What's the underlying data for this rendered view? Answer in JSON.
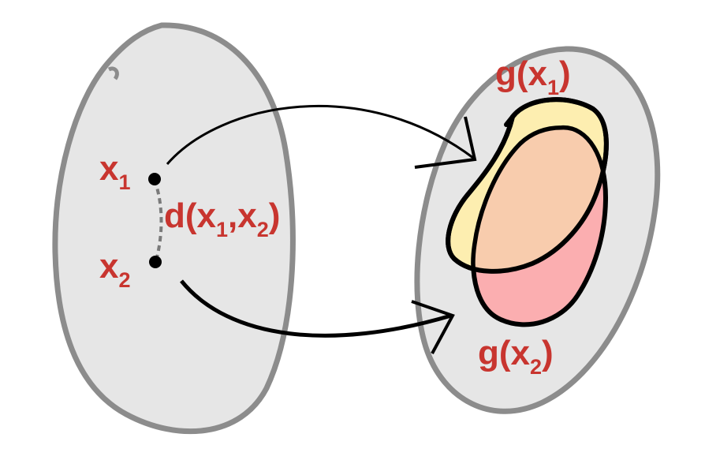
{
  "colors": {
    "set_fill": "#e6e6e6",
    "set_stroke": "#8c8c8c",
    "label": "#c8352f",
    "region_1": "#fdeeb0",
    "region_2": "#fbaeb0",
    "overlap": "#f8ccad",
    "outline": "#000000",
    "distance_line": "#7a7a7a"
  },
  "domain_set": {
    "points": [
      {
        "name": "x",
        "index": "1"
      },
      {
        "name": "x",
        "index": "2"
      }
    ],
    "distance": {
      "func": "d(",
      "arg1": "x",
      "idx1": "1",
      "sep": ",",
      "arg2": "x",
      "idx2": "2",
      "close": ")"
    }
  },
  "codomain_set": {
    "images": [
      {
        "func": "g(",
        "arg": "x",
        "index": "1",
        "close": ")"
      },
      {
        "func": "g(",
        "arg": "x",
        "index": "2",
        "close": ")"
      }
    ]
  },
  "icons": {
    "arrow_top": "curved-arrow-icon",
    "arrow_bottom": "curved-arrow-icon"
  }
}
